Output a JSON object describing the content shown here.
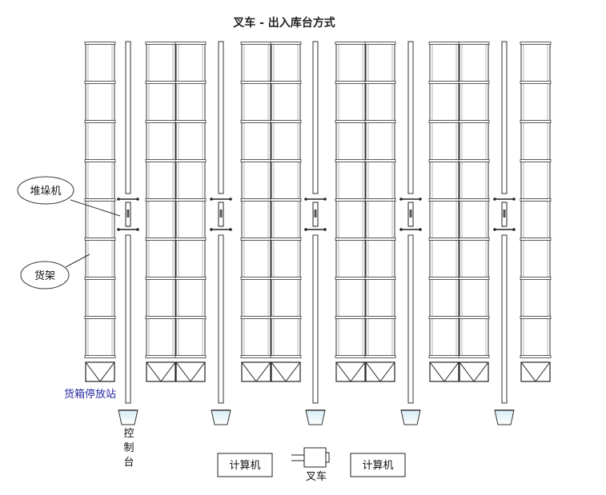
{
  "title": "叉车 - 出入库台方式",
  "labels": {
    "stacker": "堆垛机",
    "rack": "货架",
    "bin_station": "货箱停放站",
    "console_chars": [
      "控",
      "制",
      "台"
    ],
    "forklift": "叉车",
    "computer_left": "计算机",
    "computer_right": "计算机"
  }
}
